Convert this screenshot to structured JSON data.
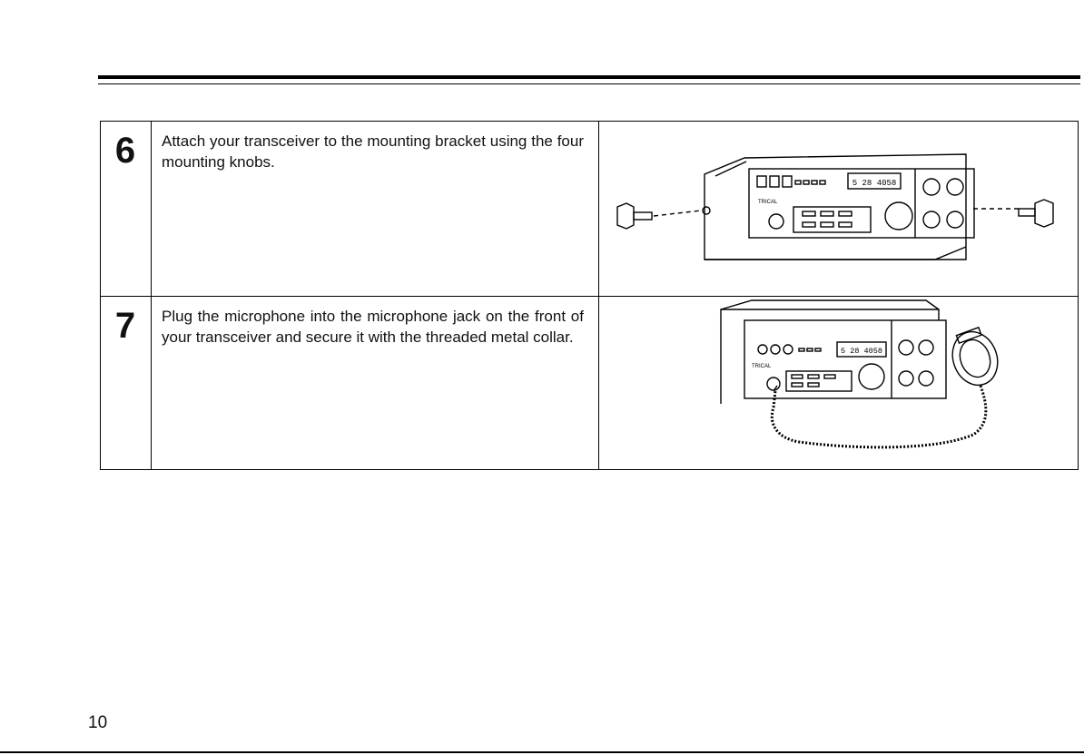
{
  "steps": [
    {
      "number": "6",
      "text": "Attach your transceiver to the mounting bracket using the four mounting knobs."
    },
    {
      "number": "7",
      "text": "Plug the microphone into the microphone jack on the front of your transceiver and secure it with the threaded metal collar."
    }
  ],
  "device": {
    "display_readout": "5 28 4058",
    "brand_label": "TRICAL"
  },
  "page_number": "10"
}
